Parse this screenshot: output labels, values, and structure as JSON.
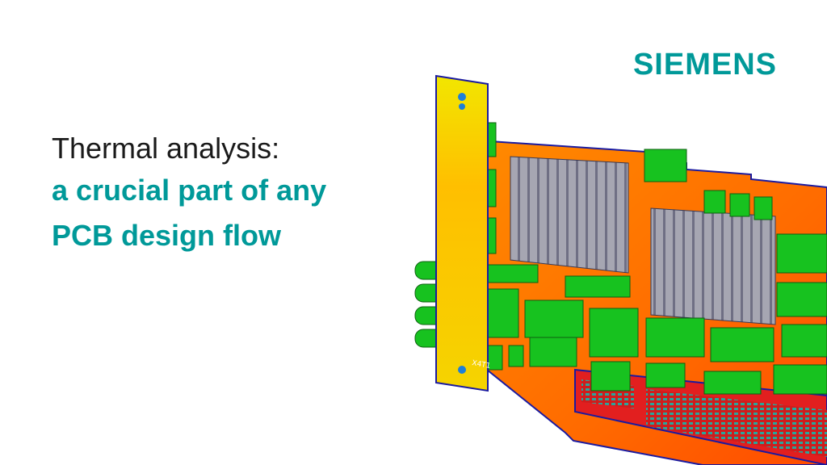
{
  "brand": {
    "name": "SIEMENS",
    "color": "#009999"
  },
  "headline": {
    "line1": "Thermal analysis:",
    "line2": "a crucial part of any",
    "line3": "PCB design flow"
  },
  "image": {
    "kind": "thermal-pcb-render",
    "label_on_board": "X4T1"
  }
}
